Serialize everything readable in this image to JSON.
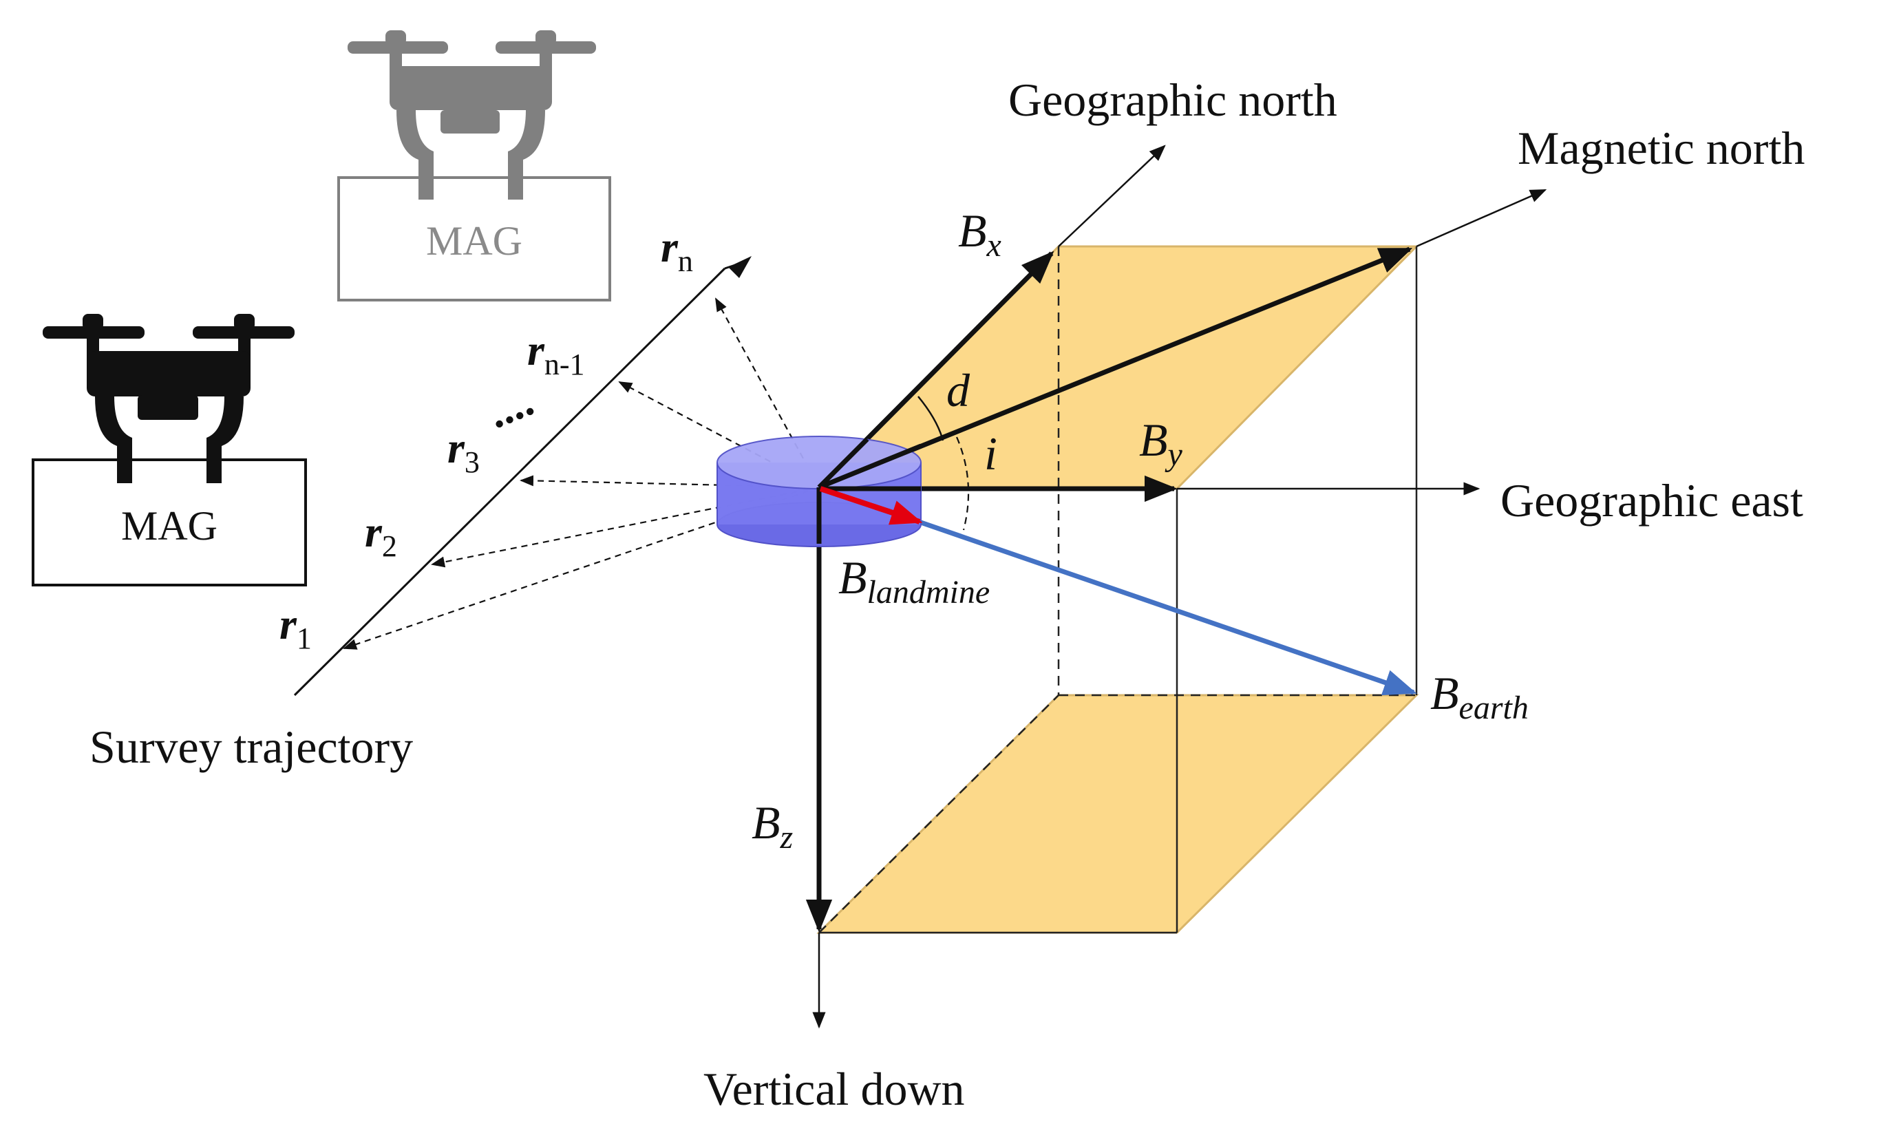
{
  "labels": {
    "geographic_north": "Geographic north",
    "magnetic_north": "Magnetic north",
    "geographic_east": "Geographic east",
    "vertical_down": "Vertical down",
    "survey_trajectory": "Survey trajectory"
  },
  "symbols": {
    "bx": {
      "base": "B",
      "sub": "x"
    },
    "by": {
      "base": "B",
      "sub": "y"
    },
    "bz": {
      "base": "B",
      "sub": "z"
    },
    "b_earth": {
      "base": "B",
      "sub": "earth"
    },
    "b_landmine": {
      "base": "B",
      "sub": "landmine"
    },
    "declination": "d",
    "inclination": "i"
  },
  "positions": [
    {
      "base": "r",
      "sub": "n"
    },
    {
      "base": "r",
      "sub": "n-1"
    },
    {
      "base": "r",
      "sub": "3"
    },
    {
      "base": "r",
      "sub": "2"
    },
    {
      "base": "r",
      "sub": "1"
    }
  ],
  "ellipsis": "....",
  "drones": [
    {
      "box_label": "MAG",
      "style": "gray"
    },
    {
      "box_label": "MAG",
      "style": "black"
    }
  ],
  "colors": {
    "plane_fill": "#FCD98A",
    "plane_edge": "#D8B56A",
    "earth_vector": "#4472C4",
    "landmine_vector": "#E3000F",
    "cylinder_fill": "#7A7AF0",
    "drone_gray": "#808080",
    "drone_black": "#111111"
  }
}
